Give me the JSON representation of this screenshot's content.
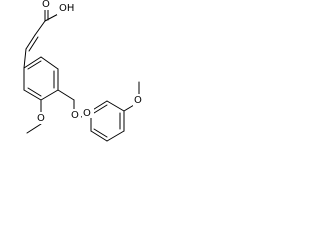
{
  "molecule": {
    "labels": {
      "carboxylic_acid": "OH",
      "carbonyl_oxygen": "O",
      "methoxy_oxygen_left": "O",
      "ether_oxygen_bridge": "O",
      "ether_oxygen_aryl": "O",
      "methoxy_oxygen_right": "O"
    },
    "colors": {
      "bond": "#000000",
      "label": "#000000",
      "background": "#ffffff"
    }
  }
}
